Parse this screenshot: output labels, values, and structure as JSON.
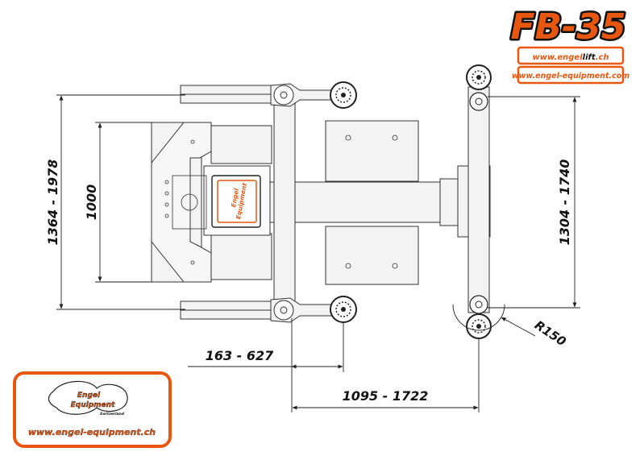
{
  "header": {
    "model": "FB-35",
    "url_primary_pre": "www.engel",
    "url_primary_mid": "lift",
    "url_primary_post": ".ch",
    "url_secondary": "www.engel-equipment.com"
  },
  "dimensions": {
    "left_outer": "1364 - 1978",
    "left_inner": "1000",
    "right_span": "1304 - 1740",
    "radius": "R150",
    "bottom_short": "163 - 627",
    "bottom_long": "1095 - 1722"
  },
  "badge": {
    "line1": "Engel",
    "line2": "Equipment",
    "line3": "Switzerland",
    "url": "www.engel-equipment.ch"
  },
  "plate_label": {
    "line1": "Engel",
    "line2": "Equipment"
  },
  "colors": {
    "accent": "#e8570f",
    "line": "#222222",
    "fill": "#f3f3f3"
  }
}
